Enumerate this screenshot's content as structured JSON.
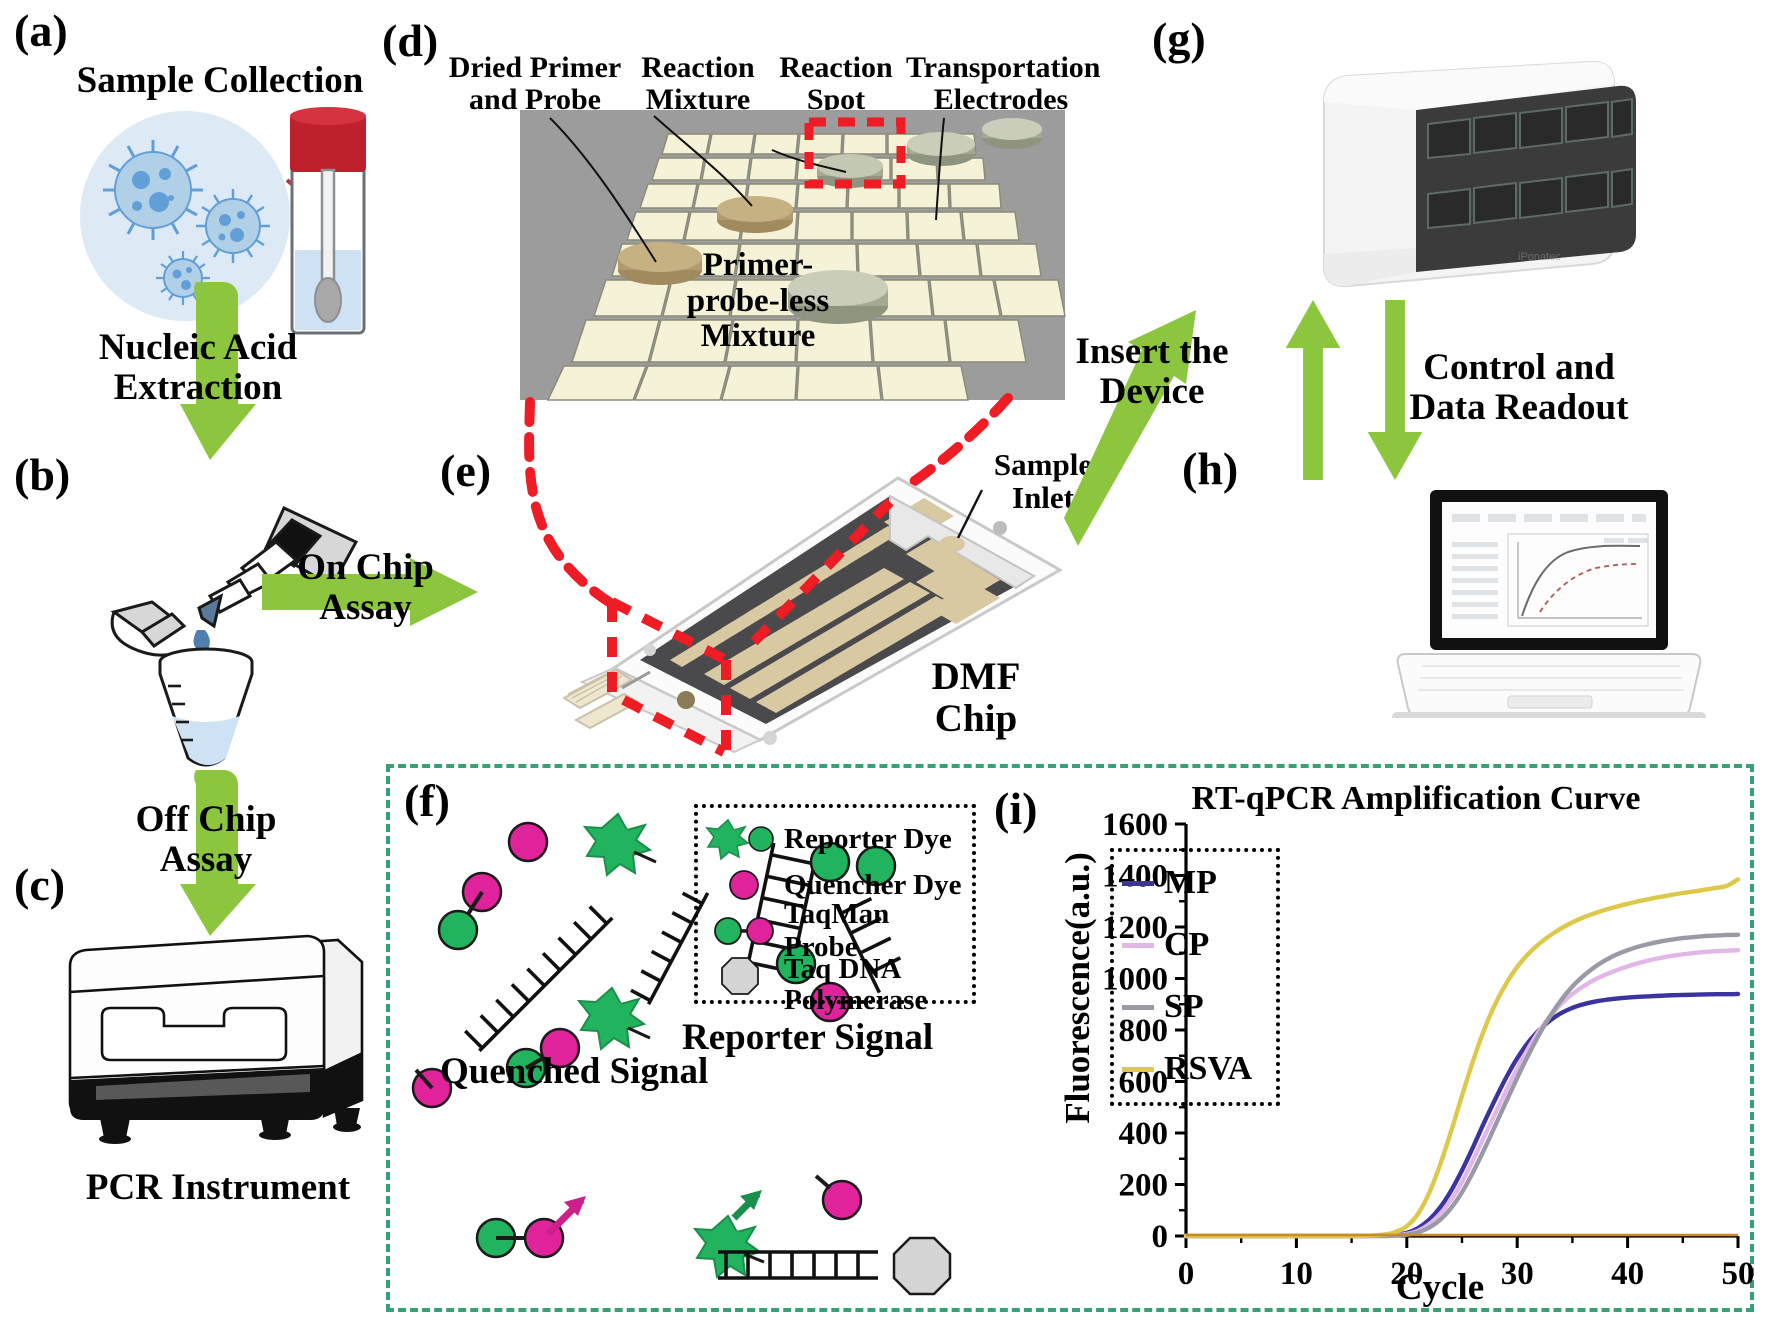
{
  "figure": {
    "panels": [
      "(a)",
      "(b)",
      "(c)",
      "(d)",
      "(e)",
      "(f)",
      "(g)",
      "(h)",
      "(i)"
    ]
  },
  "panel_a": {
    "id": "(a)",
    "title": "Sample Collection",
    "arrow_label": "Nucleic Acid\nExtraction",
    "arrow_label_line1": "Nucleic Acid",
    "arrow_label_line2": "Extraction"
  },
  "panel_b": {
    "id": "(b)",
    "arrow_label_line1": "On Chip",
    "arrow_label_line2": "Assay"
  },
  "panel_c": {
    "id": "(c)",
    "arrow_label_line1": "Off Chip",
    "arrow_label_line2": "Assay",
    "caption": "PCR Instrument"
  },
  "panel_d": {
    "id": "(d)",
    "callouts": [
      {
        "line1": "Dried Primer",
        "line2": "and Probe"
      },
      {
        "line1": "Reaction",
        "line2": "Mixture"
      },
      {
        "line1": "Reaction",
        "line2": "Spot"
      },
      {
        "line1": "Transportation",
        "line2": "Electrodes"
      }
    ],
    "inner_label_line1": "Primer-",
    "inner_label_line2": "probe-less",
    "inner_label_line3": "Mixture"
  },
  "panel_e": {
    "id": "(e)",
    "sample_inlet_line1": "Sample",
    "sample_inlet_line2": "Inlet",
    "caption_line1": "DMF",
    "caption_line2": "Chip"
  },
  "panel_f": {
    "id": "(f)",
    "legend": [
      {
        "label": "Reporter Dye",
        "icon": "star-and-circle-green",
        "color": "#22b35e"
      },
      {
        "label": "Quencher Dye",
        "icon": "circle-magenta",
        "color": "#e0229b"
      },
      {
        "label": "TaqMan Probe",
        "icon": "green-magenta-linked-circles",
        "color": "#22b35e"
      },
      {
        "label": "Taq DNA\nPolymerase",
        "label_line1": "Taq DNA",
        "label_line2": "Polymerase",
        "icon": "octagon-gray",
        "color": "#d4d4d4"
      }
    ],
    "quenched_signal": "Quenched Signal",
    "reporter_signal": "Reporter Signal"
  },
  "panel_g": {
    "id": "(g)",
    "arrow_label_line1": "Insert the",
    "arrow_label_line2": "Device"
  },
  "panel_h": {
    "id": "(h)",
    "arrow_label_line1": "Control and",
    "arrow_label_line2": "Data Readout"
  },
  "panel_i": {
    "id": "(i)"
  },
  "colors": {
    "green_arrow": "#8cc63f",
    "green_dash_border": "#36a077",
    "red_dash": "#ee1c24",
    "reporter_green": "#22b35e",
    "quencher_magenta": "#e0229b",
    "polymerase_gray": "#d4d4d4",
    "virus_blue": "#5b9bd5",
    "tube_red": "#c0202c",
    "chip_dark": "#4a4a4d",
    "chip_gold": "#d9c9a3"
  },
  "chart_data": {
    "type": "line",
    "title": "RT-qPCR Amplification Curve",
    "xlabel": "Cycle",
    "ylabel": "Fluorescence(a.u.)",
    "xlim": [
      0,
      50
    ],
    "ylim": [
      0,
      1600
    ],
    "xticks": [
      0,
      10,
      20,
      30,
      40,
      50
    ],
    "yticks": [
      0,
      200,
      400,
      600,
      800,
      1000,
      1200,
      1400,
      1600
    ],
    "grid": false,
    "legend_position": "upper left",
    "x": [
      0,
      2,
      4,
      6,
      8,
      10,
      12,
      14,
      16,
      18,
      19,
      20,
      21,
      22,
      23,
      24,
      25,
      26,
      27,
      28,
      29,
      30,
      31,
      32,
      33,
      34,
      35,
      36,
      37,
      38,
      39,
      40,
      41,
      42,
      43,
      44,
      45,
      46,
      47,
      48,
      49,
      50
    ],
    "series": [
      {
        "name": "MP",
        "color": "#3b33a0",
        "values": [
          0,
          0,
          0,
          0,
          0,
          0,
          0,
          0,
          0,
          2,
          5,
          12,
          30,
          62,
          110,
          175,
          255,
          345,
          440,
          530,
          615,
          690,
          752,
          800,
          838,
          866,
          886,
          900,
          910,
          917,
          922,
          926,
          929,
          931,
          933,
          935,
          936,
          937,
          938,
          939,
          939,
          940
        ]
      },
      {
        "name": "CP",
        "color": "#e2b7e8",
        "values": [
          0,
          0,
          0,
          0,
          0,
          0,
          0,
          0,
          0,
          1,
          3,
          8,
          20,
          45,
          85,
          140,
          210,
          295,
          385,
          475,
          565,
          650,
          728,
          797,
          855,
          902,
          940,
          970,
          995,
          1015,
          1032,
          1047,
          1060,
          1071,
          1080,
          1088,
          1094,
          1099,
          1103,
          1106,
          1108,
          1110
        ]
      },
      {
        "name": "SP",
        "color": "#9a9aa6",
        "values": [
          0,
          0,
          0,
          0,
          0,
          0,
          0,
          0,
          0,
          0,
          2,
          5,
          14,
          32,
          62,
          108,
          170,
          248,
          335,
          428,
          522,
          614,
          702,
          783,
          855,
          917,
          969,
          1010,
          1044,
          1071,
          1093,
          1110,
          1124,
          1135,
          1144,
          1151,
          1157,
          1161,
          1165,
          1167,
          1169,
          1170
        ]
      },
      {
        "name": "RSVA",
        "color": "#ddc84a",
        "values": [
          0,
          0,
          0,
          0,
          0,
          0,
          0,
          0,
          0,
          6,
          16,
          38,
          85,
          165,
          275,
          405,
          545,
          680,
          800,
          900,
          980,
          1045,
          1095,
          1135,
          1168,
          1195,
          1218,
          1237,
          1253,
          1267,
          1279,
          1290,
          1300,
          1309,
          1317,
          1325,
          1332,
          1338,
          1345,
          1352,
          1360,
          1385
        ]
      }
    ]
  }
}
